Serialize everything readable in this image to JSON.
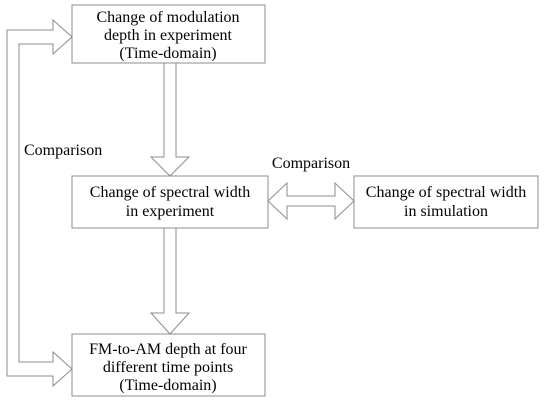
{
  "nodes": {
    "modulation_depth_experiment": {
      "lines": [
        "Change of  modulation",
        "depth in experiment",
        "(Time-domain)"
      ]
    },
    "spectral_width_experiment": {
      "lines": [
        "Change of spectral width",
        "in experiment"
      ]
    },
    "spectral_width_simulation": {
      "lines": [
        "Change of spectral width",
        "in simulation"
      ]
    },
    "fm_to_am_depth": {
      "lines": [
        "FM-to-AM depth at four",
        "different time points",
        "(Time-domain)"
      ]
    }
  },
  "labels": {
    "left_comparison": "Comparison",
    "middle_comparison": "Comparison"
  },
  "colors": {
    "stroke": "#8c8c8c",
    "fill": "#ffffff",
    "text": "#000000"
  }
}
